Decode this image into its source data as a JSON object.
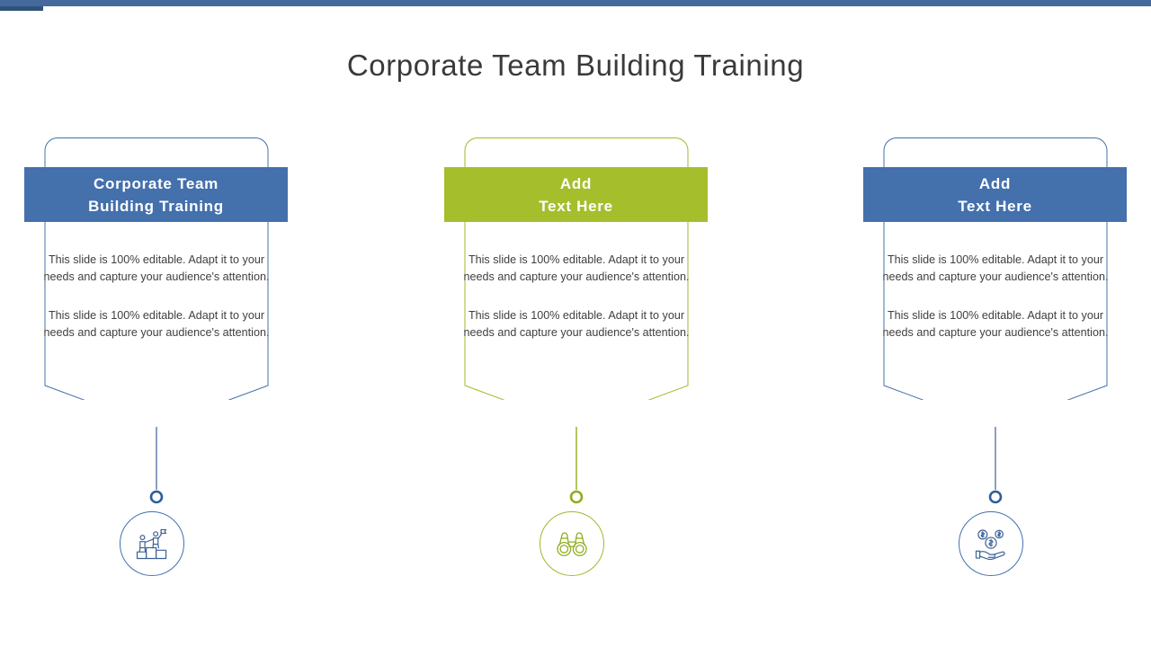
{
  "slide": {
    "title": "Corporate Team Building Training",
    "top_bar_color": "#44699D",
    "top_accent_color": "#2E5277"
  },
  "body_text": {
    "paragraph_1": "This slide is 100% editable. Adapt it to your needs and capture your audience's attention.",
    "paragraph_2": "This slide is 100% editable. Adapt it to your needs and capture your audience's attention."
  },
  "columns": [
    {
      "banner_line_1": "Corporate Team",
      "banner_line_2": "Building Training",
      "banner_color": "#4470AC",
      "outline_color": "#4470AC",
      "icon_name": "teamwork-podium-icon",
      "paragraph_1": "This slide is 100% editable. Adapt it to your needs and capture your audience's attention.",
      "paragraph_2": "This slide is 100% editable. Adapt it to your needs and capture your audience's attention."
    },
    {
      "banner_line_1": "Add",
      "banner_line_2": "Text Here",
      "banner_color": "#A4BE2C",
      "outline_color": "#9FBB2A",
      "icon_name": "binoculars-icon",
      "paragraph_1": "This slide is 100% editable. Adapt it to your needs and capture your audience's attention.",
      "paragraph_2": "This slide is 100% editable. Adapt it to your needs and capture your audience's attention."
    },
    {
      "banner_line_1": "Add",
      "banner_line_2": "Text Here",
      "banner_color": "#4470AC",
      "outline_color": "#4470AC",
      "icon_name": "money-in-hand-icon",
      "paragraph_1": "This slide is 100% editable. Adapt it to your needs and capture your audience's attention.",
      "paragraph_2": "This slide is 100% editable. Adapt it to your needs and capture your audience's attention."
    }
  ]
}
